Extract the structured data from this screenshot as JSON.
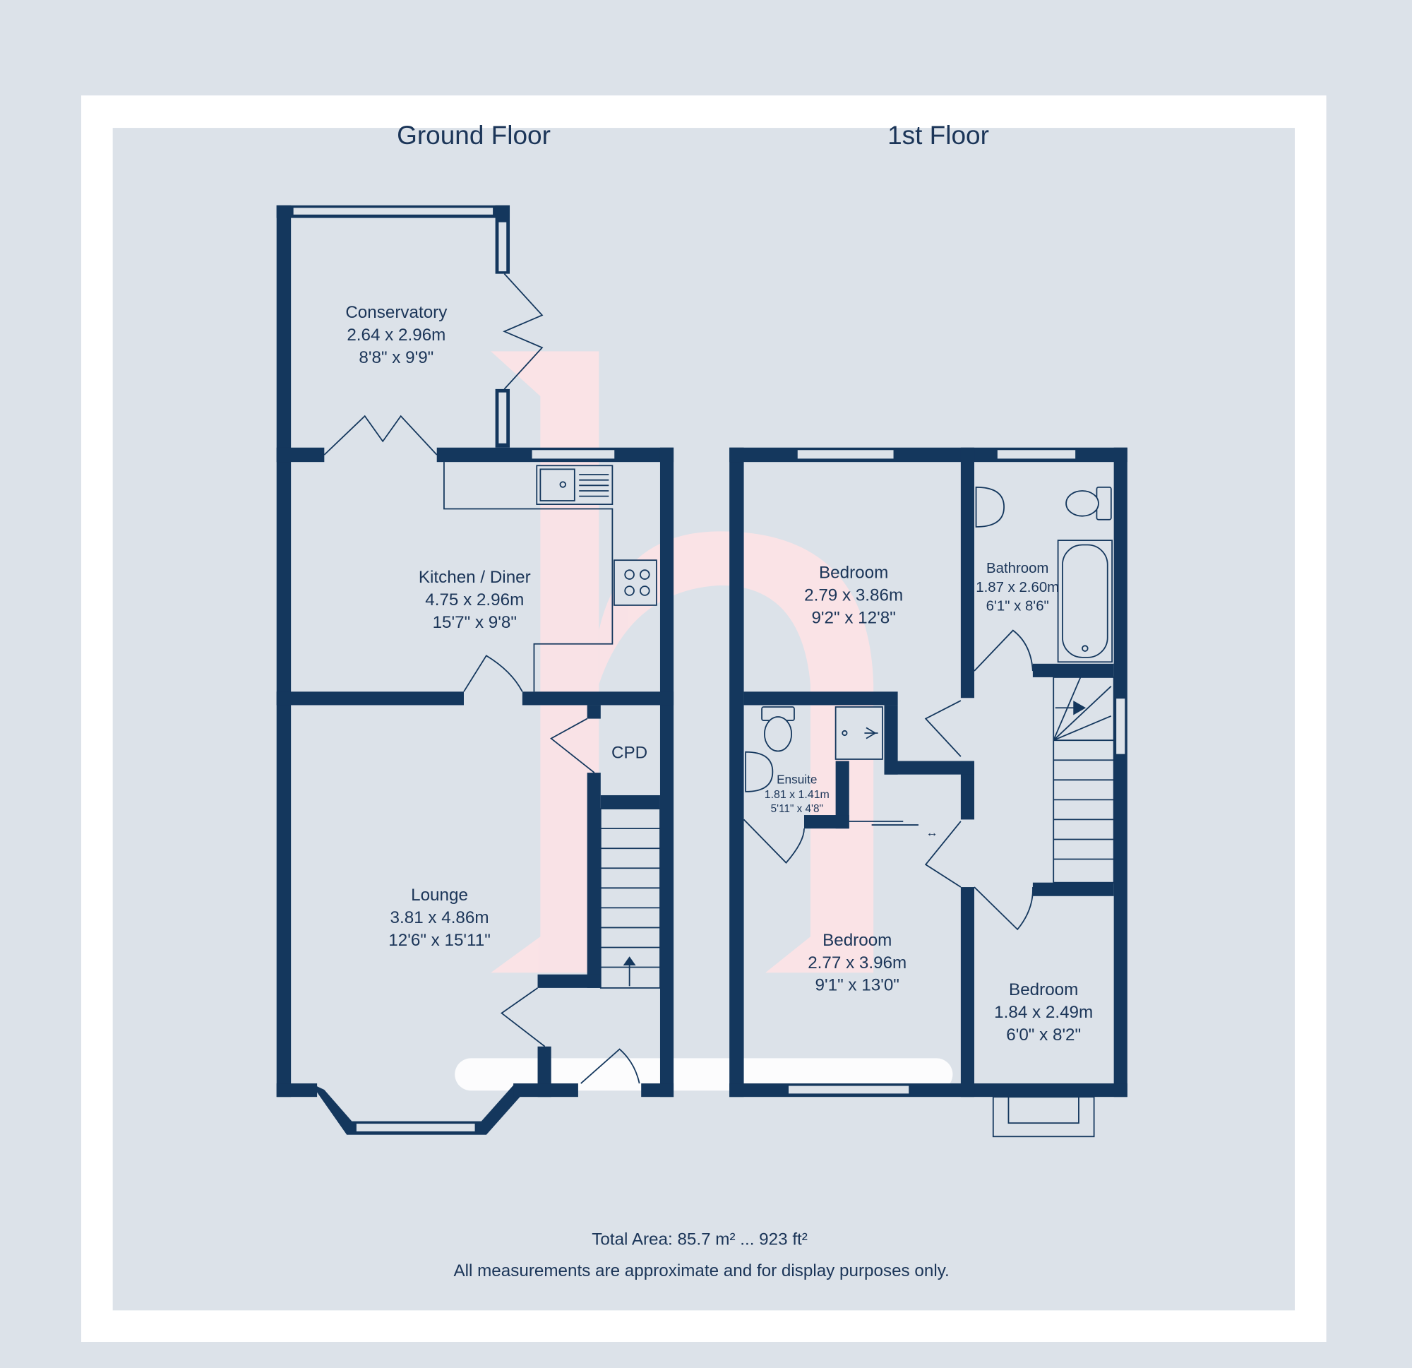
{
  "floors": [
    {
      "title": "Ground Floor"
    },
    {
      "title": "1st Floor"
    }
  ],
  "rooms": {
    "conservatory": {
      "name": "Conservatory",
      "metric": "2.64 x 2.96m",
      "imperial": "8'8\" x 9'9\""
    },
    "kitchen": {
      "name": "Kitchen / Diner",
      "metric": "4.75 x 2.96m",
      "imperial": "15'7\" x 9'8\""
    },
    "cpd": {
      "name": "CPD"
    },
    "lounge": {
      "name": "Lounge",
      "metric": "3.81 x 4.86m",
      "imperial": "12'6\" x 15'11\""
    },
    "bedroom1": {
      "name": "Bedroom",
      "metric": "2.79 x 3.86m",
      "imperial": "9'2\" x 12'8\""
    },
    "bathroom": {
      "name": "Bathroom",
      "metric": "1.87 x 2.60m",
      "imperial": "6'1\" x 8'6\""
    },
    "ensuite": {
      "name": "Ensuite",
      "metric": "1.81 x 1.41m",
      "imperial": "5'11\" x 4'8\""
    },
    "bedroom2": {
      "name": "Bedroom",
      "metric": "2.77 x 3.96m",
      "imperial": "9'1\" x 13'0\""
    },
    "bedroom3": {
      "name": "Bedroom",
      "metric": "1.84 x 2.49m",
      "imperial": "6'0\" x 8'2\""
    }
  },
  "footer": {
    "total_area": "Total Area: 85.7 m² ... 923 ft²",
    "disclaimer": "All measurements are approximate and for display purposes only."
  },
  "colors": {
    "wall": "#14375d",
    "background": "#dce2e9",
    "watermark": "#fde3e6"
  }
}
